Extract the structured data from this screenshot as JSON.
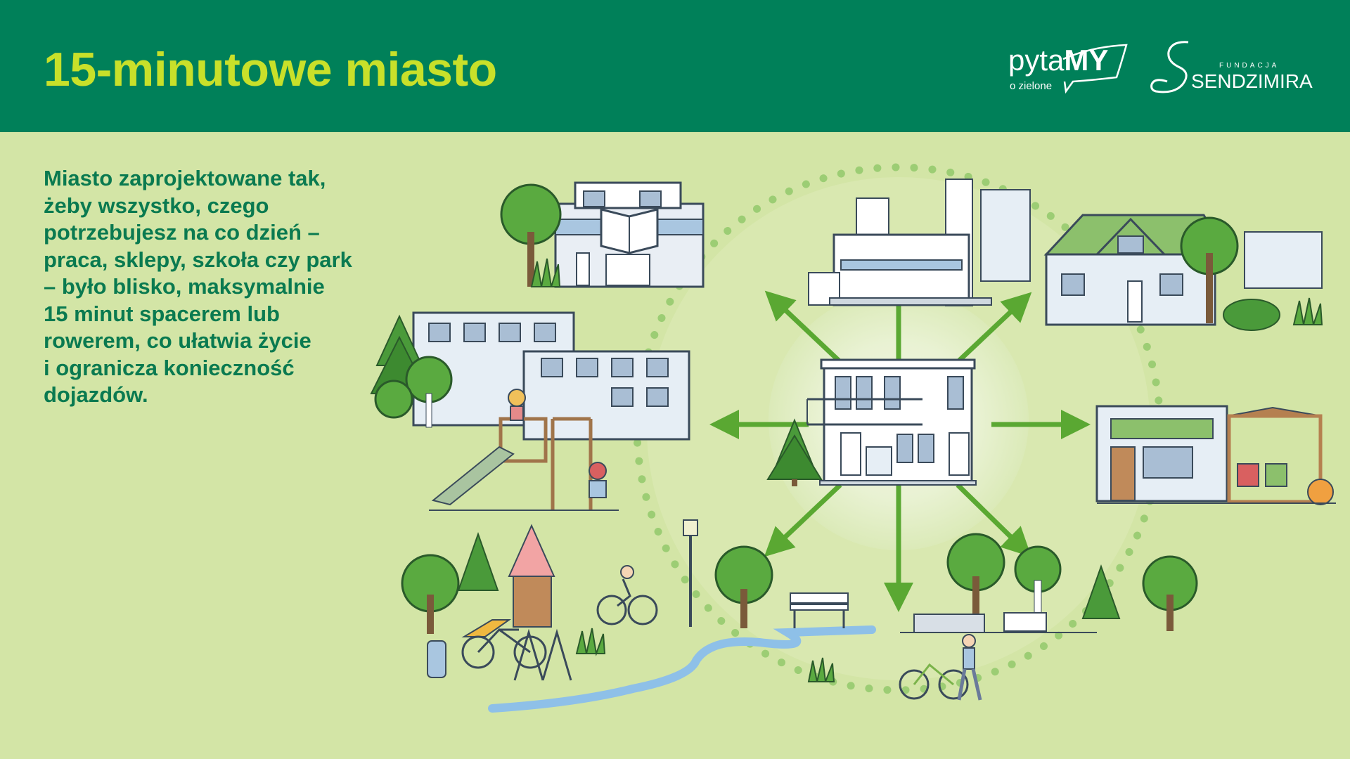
{
  "header": {
    "title": "15-minutowe miasto",
    "background": "#008059",
    "title_color": "#c8e02a"
  },
  "logos": {
    "pytamy": {
      "word_start": "pyta",
      "word_end": "MY",
      "sub": "o zielone"
    },
    "sendzimir": {
      "fundacja": "FUNDACJA",
      "name": "SENDZIMIRA"
    }
  },
  "description": {
    "lines": [
      "Miasto zaprojektowane tak,",
      "żeby wszystko, czego",
      "potrzebujesz na co dzień –",
      "praca, sklepy, szkoła czy park",
      "– było blisko, maksymalnie",
      "15 minut spacerem lub",
      "rowerem, co ułatwia życie",
      "i ogranicza konieczność",
      "dojazdów."
    ],
    "color": "#0a7a50"
  },
  "illustration": {
    "center": "house-icon",
    "destinations": [
      "library-icon",
      "offices-icon",
      "suburban-house-icon",
      "school-icon",
      "playground-icon",
      "shop-icon",
      "park-icon",
      "bike-rack-icon",
      "bench-icon"
    ],
    "arrow_color": "#5aa832",
    "background": "#d3e5a6"
  }
}
